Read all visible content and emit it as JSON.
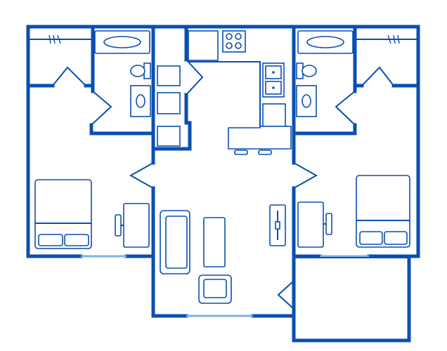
{
  "plan": {
    "colors": {
      "wall": "#0a4fb0",
      "window": "#7fb0e8",
      "background": "#ffffff"
    },
    "rooms": [
      "bedroom-left",
      "bathroom-left",
      "closet",
      "kitchen",
      "living-room",
      "bathroom-right",
      "bedroom-right",
      "patio"
    ],
    "fixtures": [
      "bed",
      "desk",
      "chair",
      "bathtub",
      "toilet",
      "sink",
      "sofa",
      "coffee-table",
      "armchair",
      "stove",
      "double-sink",
      "refrigerator",
      "bar-counter",
      "bar-stool",
      "tv-stand"
    ]
  }
}
